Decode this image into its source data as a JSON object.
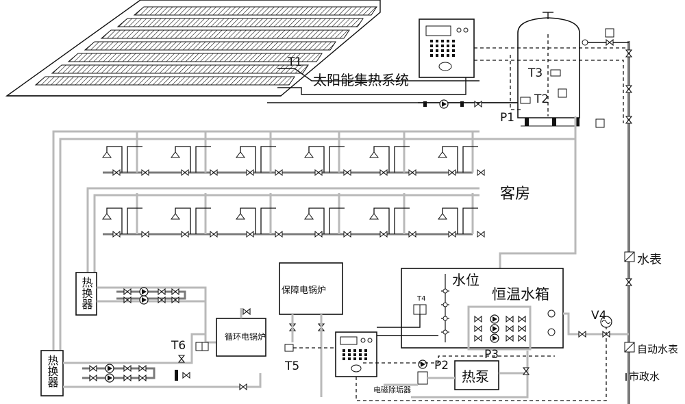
{
  "labels": {
    "solar_system": "太阳能集热系统",
    "guest_room": "客房",
    "water_level": "水位",
    "constant_temp_tank": "恒温水箱",
    "backup_boiler": "保障电锅炉",
    "circulation_boiler": "循环电锅炉",
    "heat_pump": "热泵",
    "heat_exchanger_1": "热换器",
    "heat_exchanger_2": "热换器",
    "descaler": "电磁除垢器",
    "water_meter": "水表",
    "auto_water_meter": "自动水表",
    "municipal_water": "市政水",
    "t1": "T1",
    "t2": "T2",
    "t3": "T3",
    "t4": "T4",
    "t5": "T5",
    "t6": "T6",
    "p1": "P1",
    "p2": "P2",
    "p3": "P3",
    "v4": "V4"
  },
  "colors": {
    "ink": "#111111",
    "pipe_light": "#b9b9b9",
    "pipe_dark": "#7a7a7a"
  }
}
